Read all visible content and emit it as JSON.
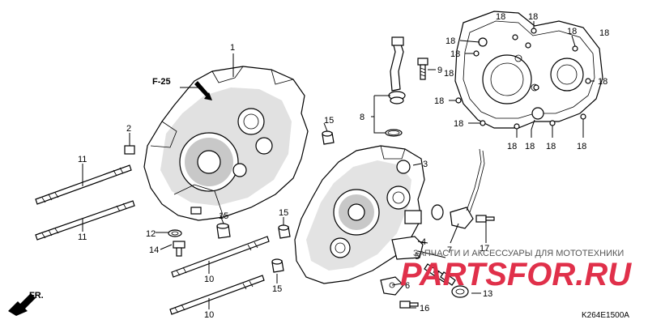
{
  "direction_labels": {
    "front_25": "F-25",
    "front": "FR."
  },
  "callouts": {
    "c1": "1",
    "c2": "2",
    "c3": "3",
    "c4": "4",
    "c5": "5",
    "c6": "6",
    "c7": "7",
    "c8": "8",
    "c9": "9",
    "c10a": "10",
    "c10b": "10",
    "c11a": "11",
    "c11b": "11",
    "c12": "12",
    "c13": "13",
    "c14": "14",
    "c15a": "15",
    "c15b": "15",
    "c15c": "15",
    "c15d": "15",
    "c16": "16",
    "c17": "17",
    "c18": [
      "18",
      "18",
      "18",
      "18",
      "18",
      "18",
      "18",
      "18",
      "18",
      "18",
      "18",
      "18",
      "18",
      "18"
    ]
  },
  "watermark": {
    "tagline": "ЗАПЧАСТИ И АКСЕССУАРЫ ДЛЯ МОТОТЕХНИКИ",
    "logo": "PARTSFOR.RU"
  },
  "diagram_code": "K264E1500A",
  "colors": {
    "watermark_red": "#e0304a",
    "line": "#000000",
    "shading": "#c8c8c8"
  }
}
